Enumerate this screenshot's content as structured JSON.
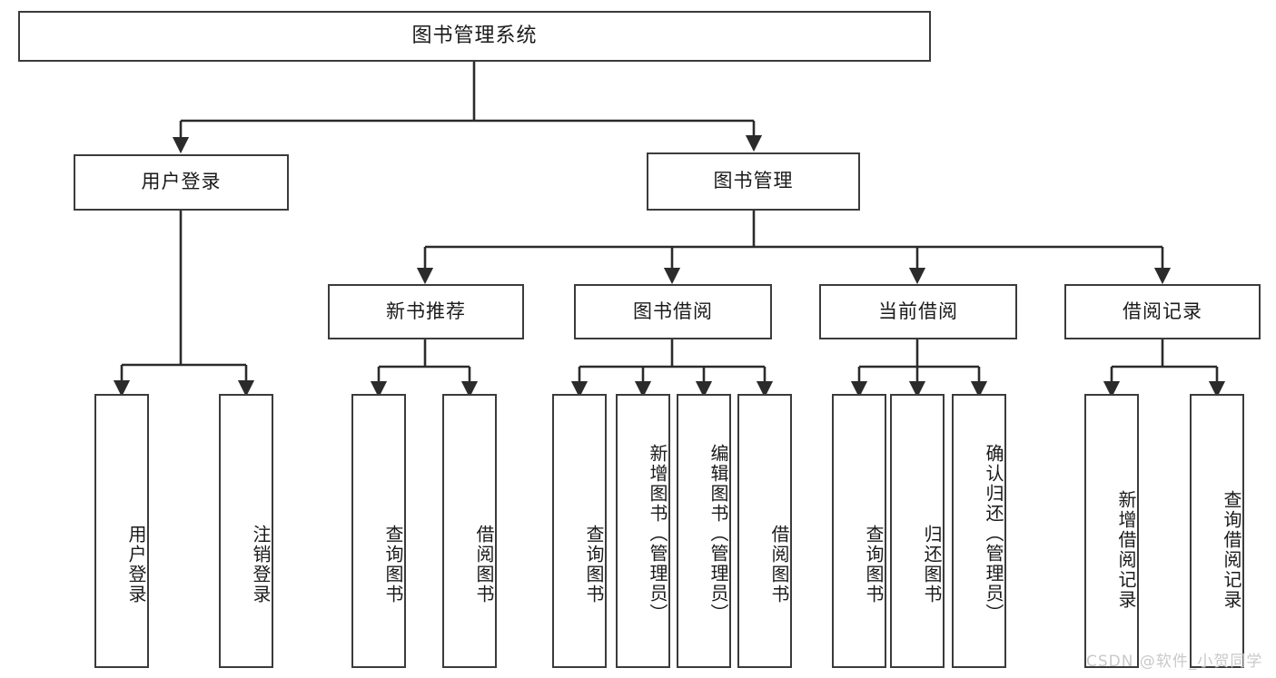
{
  "diagram": {
    "title": "图书管理系统",
    "type": "hierarchy-tree",
    "watermark": "CSDN @软件_小贺同学",
    "colors": {
      "box_border": "#3b3b3b",
      "box_fill": "#ffffff",
      "edge": "#2b2b2b",
      "text": "#1a1a1a",
      "watermark": "#c9c9c9",
      "background": "#ffffff"
    },
    "levels": {
      "root": "图书管理系统",
      "level1": [
        "用户登录",
        "图书管理"
      ],
      "level2": [
        "新书推荐",
        "图书借阅",
        "当前借阅",
        "借阅记录"
      ]
    },
    "nodes": {
      "root": {
        "label": "图书管理系统",
        "orientation": "horizontal"
      },
      "user_login": {
        "label": "用户登录",
        "orientation": "horizontal"
      },
      "book_manage": {
        "label": "图书管理",
        "orientation": "horizontal"
      },
      "new_book_rec": {
        "label": "新书推荐",
        "orientation": "horizontal"
      },
      "book_borrow": {
        "label": "图书借阅",
        "orientation": "horizontal"
      },
      "current_borrow": {
        "label": "当前借阅",
        "orientation": "horizontal"
      },
      "borrow_record": {
        "label": "借阅记录",
        "orientation": "horizontal"
      },
      "leaf_user_login": {
        "label": "用户登录",
        "orientation": "vertical"
      },
      "leaf_user_logout": {
        "label": "注销登录",
        "orientation": "vertical"
      },
      "leaf_rec_query": {
        "label": "查询图书",
        "orientation": "vertical"
      },
      "leaf_rec_borrow": {
        "label": "借阅图书",
        "orientation": "vertical"
      },
      "leaf_borrow_query": {
        "label": "查询图书",
        "orientation": "vertical"
      },
      "leaf_borrow_add": {
        "label": "新增图书（管理员）",
        "orientation": "vertical"
      },
      "leaf_borrow_edit": {
        "label": "编辑图书（管理员）",
        "orientation": "vertical"
      },
      "leaf_borrow_lend": {
        "label": "借阅图书",
        "orientation": "vertical"
      },
      "leaf_cur_query": {
        "label": "查询图书",
        "orientation": "vertical"
      },
      "leaf_cur_return": {
        "label": "归还图书",
        "orientation": "vertical"
      },
      "leaf_cur_confirm": {
        "label": "确认归还（管理员）",
        "orientation": "vertical"
      },
      "leaf_rec_add": {
        "label": "新增借阅记录",
        "orientation": "vertical"
      },
      "leaf_rec_search": {
        "label": "查询借阅记录",
        "orientation": "vertical"
      }
    }
  }
}
